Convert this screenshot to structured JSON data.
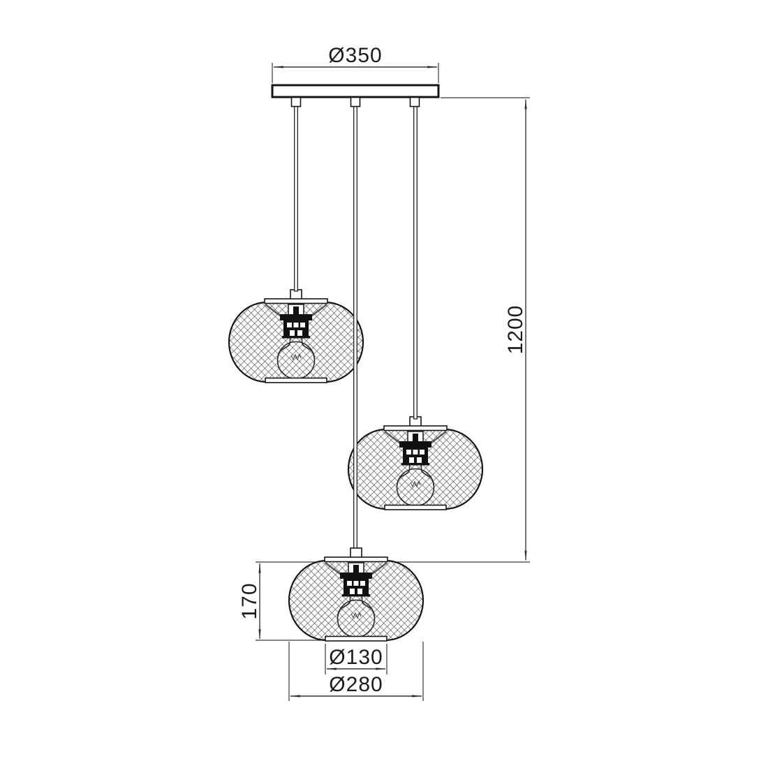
{
  "drawing": {
    "type": "technical-dimension-drawing",
    "subject": "three-light cluster pendant with wire-mesh oval shades and exposed bulbs",
    "labels": {
      "canopy_diameter": "Ø350",
      "drop_height": "1200",
      "shade_height": "170",
      "opening_diameter": "Ø130",
      "shade_diameter": "Ø280"
    },
    "colors": {
      "background": "#ffffff",
      "outline": "#161616",
      "dimension_line": "#353535",
      "mesh": "#4b4b4b",
      "text": "#1c1c1c"
    }
  }
}
